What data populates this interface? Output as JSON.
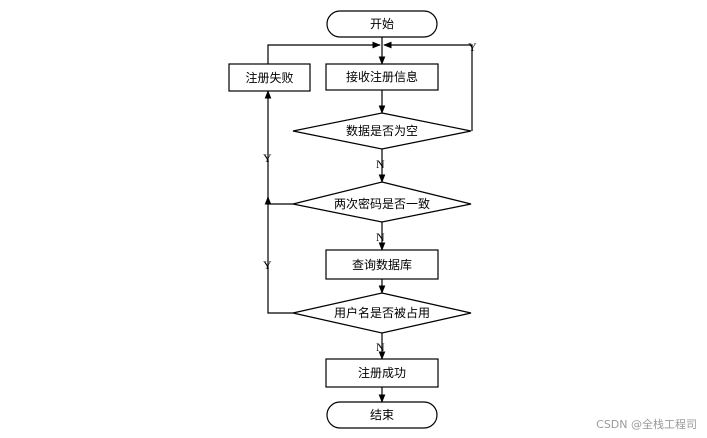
{
  "flowchart": {
    "nodes": {
      "start": "开始",
      "receive": "接收注册信息",
      "fail": "注册失败",
      "check_empty": "数据是否为空",
      "check_password": "两次密码是否一致",
      "query_db": "查询数据库",
      "check_username": "用户名是否被占用",
      "success": "注册成功",
      "end": "结束"
    },
    "edge_labels": {
      "yes": "Y",
      "no": "N"
    }
  },
  "watermark": "CSDN @全栈工程司"
}
